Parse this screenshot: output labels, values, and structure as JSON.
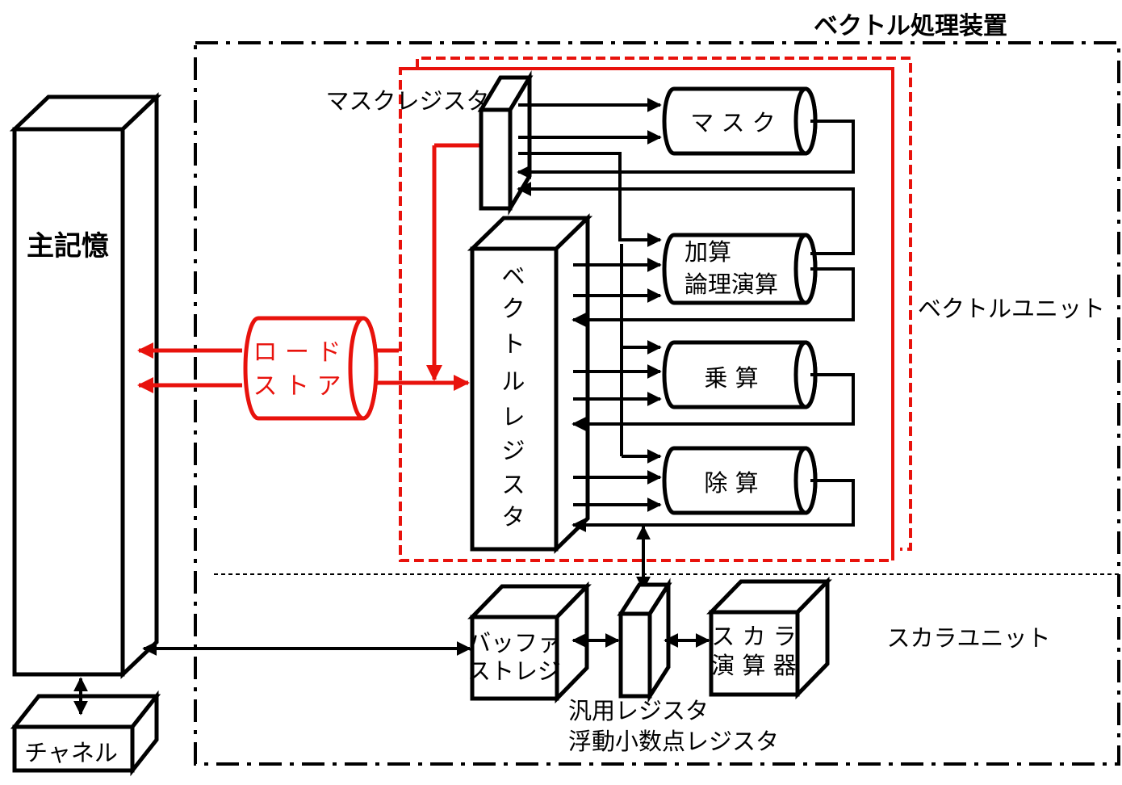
{
  "diagram": {
    "title": "ベクトル処理装置",
    "main_memory": "主記憶",
    "channel": "チャネル",
    "load_store": {
      "line1": "ロ ー ド",
      "line2": "ス ト ア"
    },
    "mask_register": "マスクレジスタ",
    "vector_register": [
      "ベ",
      "ク",
      "ト",
      "ル",
      "レ",
      "ジ",
      "ス",
      "タ"
    ],
    "pipes": {
      "mask": "マ ス ク",
      "add_line1": "加算",
      "add_line2": "論理演算",
      "mul": "乗 算",
      "div": "除 算"
    },
    "vector_unit": "ベクトルユニット",
    "scalar_unit": "スカラユニット",
    "buffer_storage": {
      "line1": "バッファ",
      "line2": "ストレジ"
    },
    "scalar_alu": {
      "line1": "ス カ ラ",
      "line2": "演 算 器"
    },
    "registers": {
      "line1": "汎用レジスタ",
      "line2": "浮動小数点レジスタ"
    }
  },
  "colors": {
    "accent_red": "#e8120c",
    "line": "#000000"
  }
}
